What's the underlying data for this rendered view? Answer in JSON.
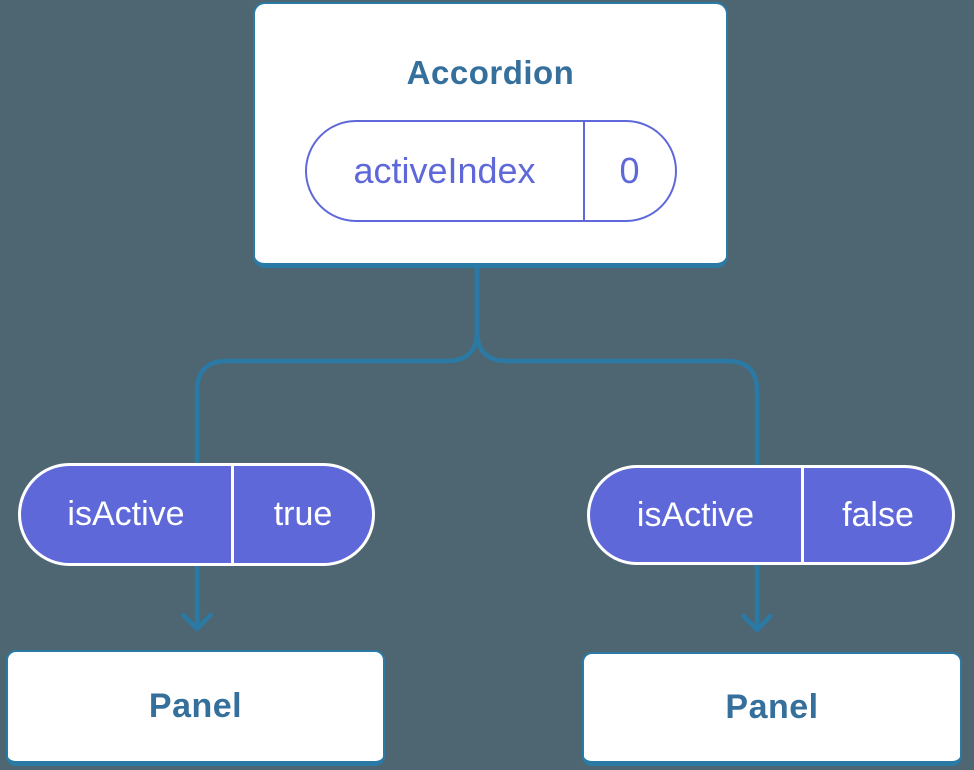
{
  "colors": {
    "background": "#4d6672",
    "connector_blue": "#2b7aa6",
    "heading_blue": "#356f9c",
    "pill_purple": "#5f68d9",
    "card_white": "#ffffff"
  },
  "accordion": {
    "title": "Accordion",
    "state_pill": {
      "name": "activeIndex",
      "value": "0"
    }
  },
  "prop_pills": [
    {
      "name": "isActive",
      "value": "true"
    },
    {
      "name": "isActive",
      "value": "false"
    }
  ],
  "panels": [
    {
      "title": "Panel"
    },
    {
      "title": "Panel"
    }
  ]
}
